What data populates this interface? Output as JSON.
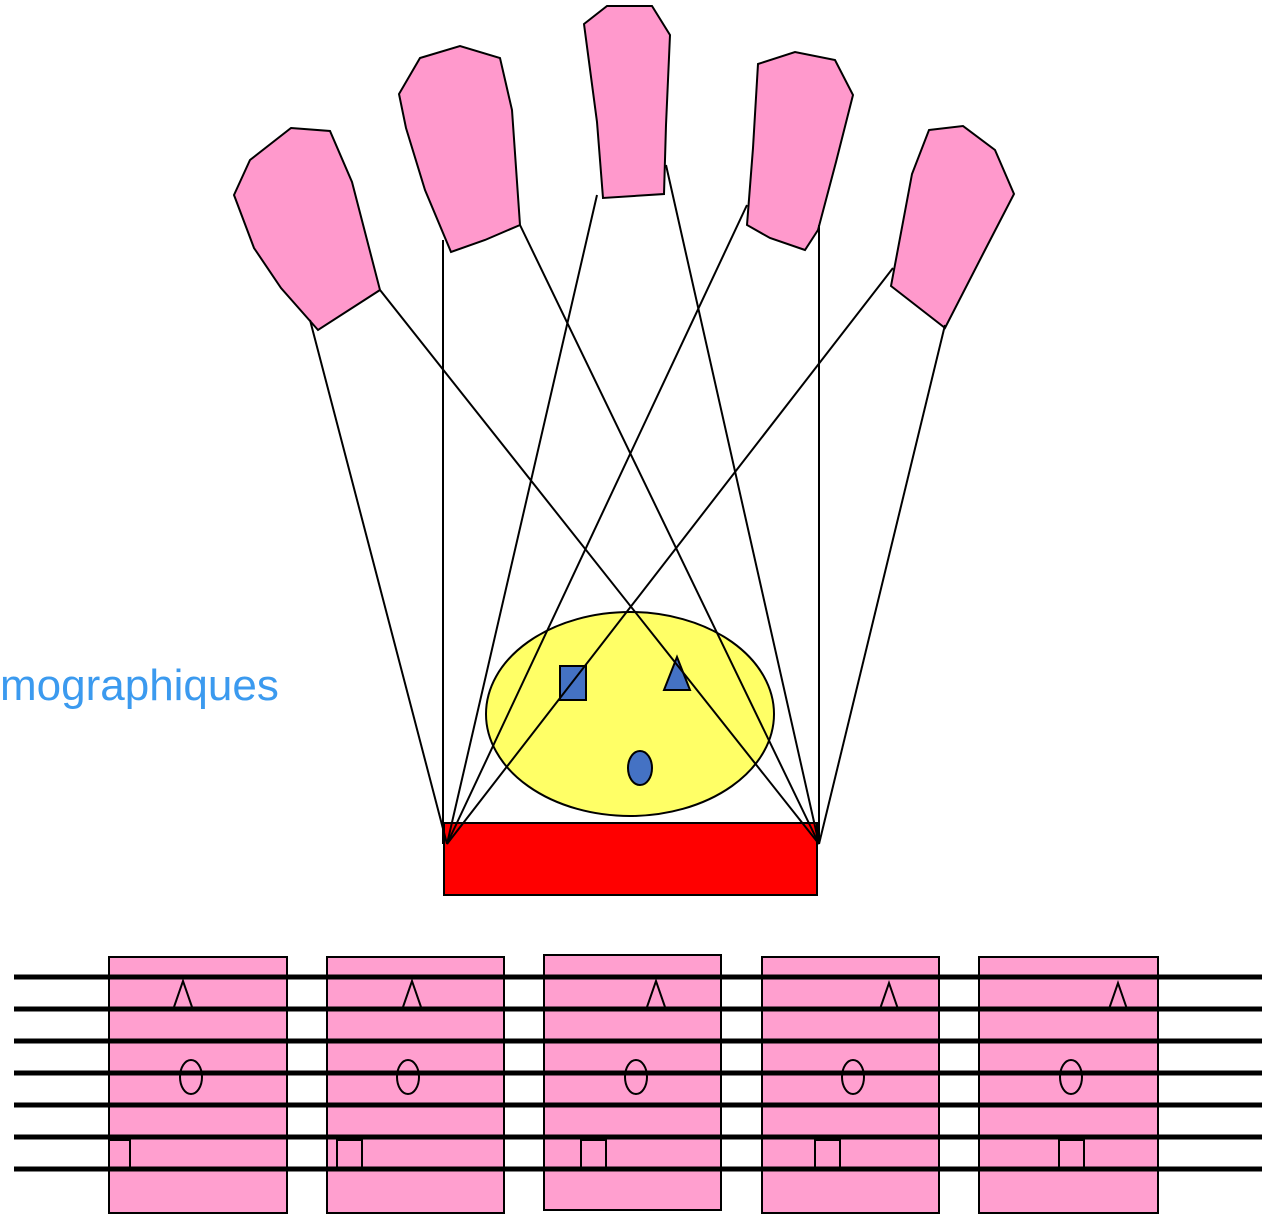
{
  "caption": "mographiques",
  "colors": {
    "caption": "#3b9aef",
    "detector": "#ff99cc",
    "projection_panel": "#ff9fcf",
    "object_ellipse": "#ffff66",
    "source_bar": "#ff0000",
    "marker_fill": "#4472c4",
    "outline": "#000000",
    "background": "#ffffff"
  },
  "icons": {
    "object_markers": [
      "square-icon",
      "triangle-icon",
      "circle-icon"
    ],
    "projection_symbols": [
      "triangle-outline-icon",
      "circle-outline-icon",
      "square-outline-icon"
    ]
  },
  "detectors": [
    {
      "name": "detector-1"
    },
    {
      "name": "detector-2"
    },
    {
      "name": "detector-3"
    },
    {
      "name": "detector-4"
    },
    {
      "name": "detector-5"
    }
  ],
  "projections": [
    {
      "name": "projection-1"
    },
    {
      "name": "projection-2"
    },
    {
      "name": "projection-3"
    },
    {
      "name": "projection-4"
    },
    {
      "name": "projection-5"
    }
  ]
}
